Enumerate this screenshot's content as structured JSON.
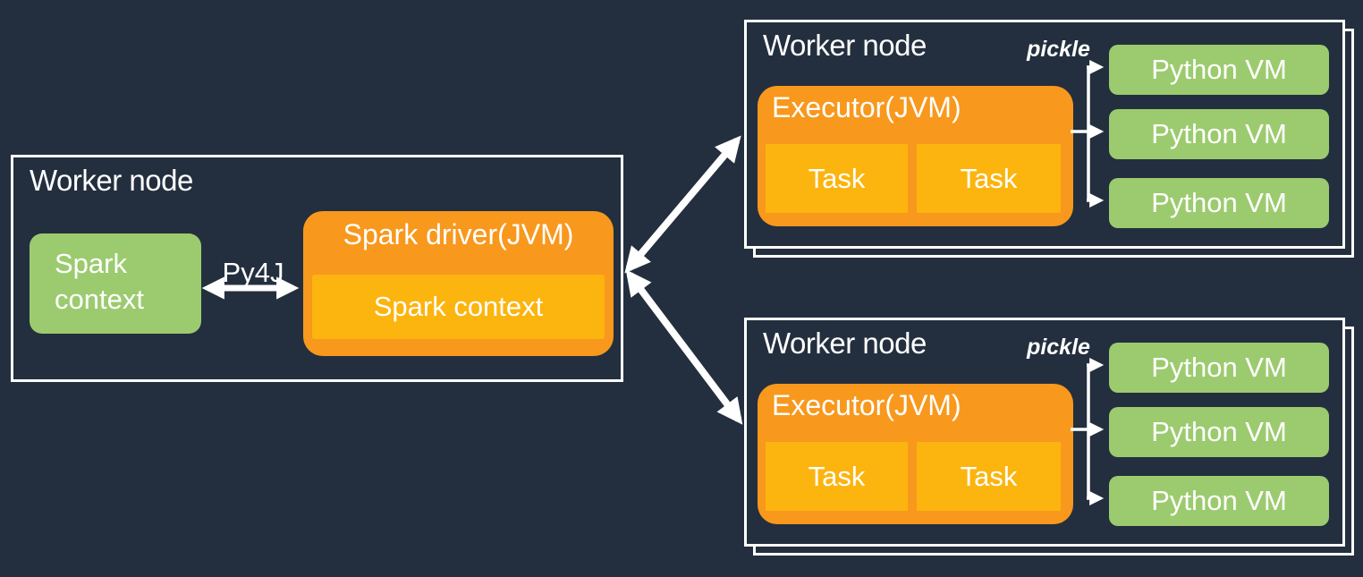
{
  "colors": {
    "background": "#232F3E",
    "box_border": "#FFFFFF",
    "green": "#9CCB6F",
    "orange": "#F8981D",
    "yellow": "#FCB40E",
    "text": "#FFFFFF"
  },
  "driver_worker": {
    "title": "Worker node",
    "python_context_label": "Spark context",
    "py4j_label": "Py4J",
    "driver_title": "Spark driver(JVM)",
    "driver_context_label": "Spark context"
  },
  "worker_top": {
    "title": "Worker node",
    "pickle_label": "pickle",
    "executor_title": "Executor(JVM)",
    "tasks": [
      "Task",
      "Task"
    ],
    "python_vms": [
      "Python VM",
      "Python VM",
      "Python VM"
    ]
  },
  "worker_bottom": {
    "title": "Worker node",
    "pickle_label": "pickle",
    "executor_title": "Executor(JVM)",
    "tasks": [
      "Task",
      "Task"
    ],
    "python_vms": [
      "Python VM",
      "Python VM",
      "Python VM"
    ]
  }
}
